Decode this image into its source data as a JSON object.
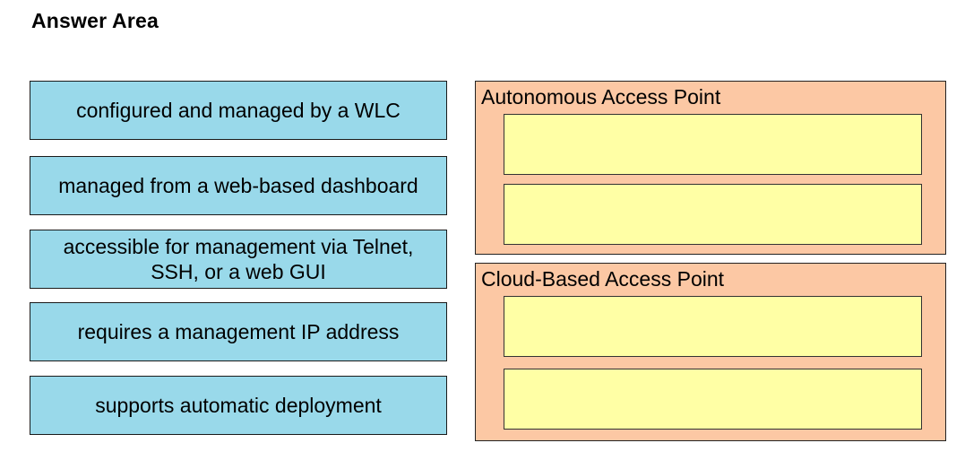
{
  "header": {
    "title": "Answer Area"
  },
  "options": [
    {
      "label": "configured and managed by a WLC"
    },
    {
      "label": "managed from a web-based dashboard"
    },
    {
      "label": "accessible for management via Telnet, SSH, or a web GUI"
    },
    {
      "label": "requires a management IP address"
    },
    {
      "label": "supports automatic deployment"
    }
  ],
  "targets": [
    {
      "label": "Autonomous Access Point"
    },
    {
      "label": "Cloud-Based Access Point"
    }
  ],
  "colors": {
    "option_fill": "#99d9ea",
    "target_fill": "#fcc8a4",
    "slot_fill": "#ffffa5"
  }
}
